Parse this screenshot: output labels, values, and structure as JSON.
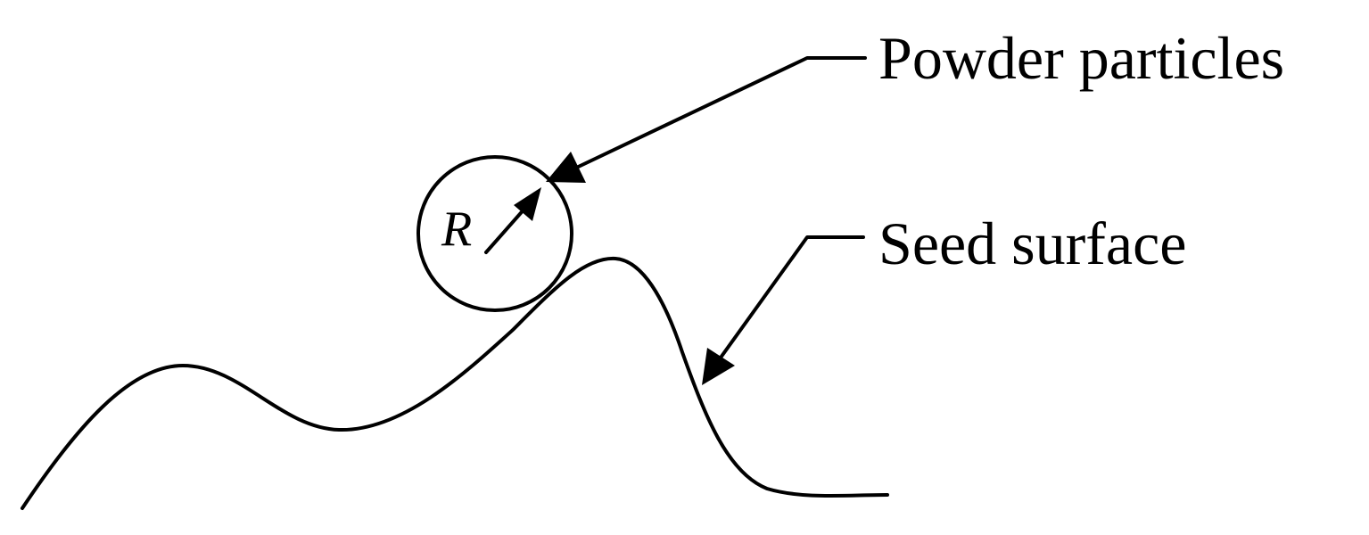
{
  "labels": {
    "powder_particles": "Powder particles",
    "seed_surface": "Seed surface",
    "radius_symbol": "R"
  },
  "colors": {
    "ink": "#000000",
    "background": "#ffffff"
  }
}
